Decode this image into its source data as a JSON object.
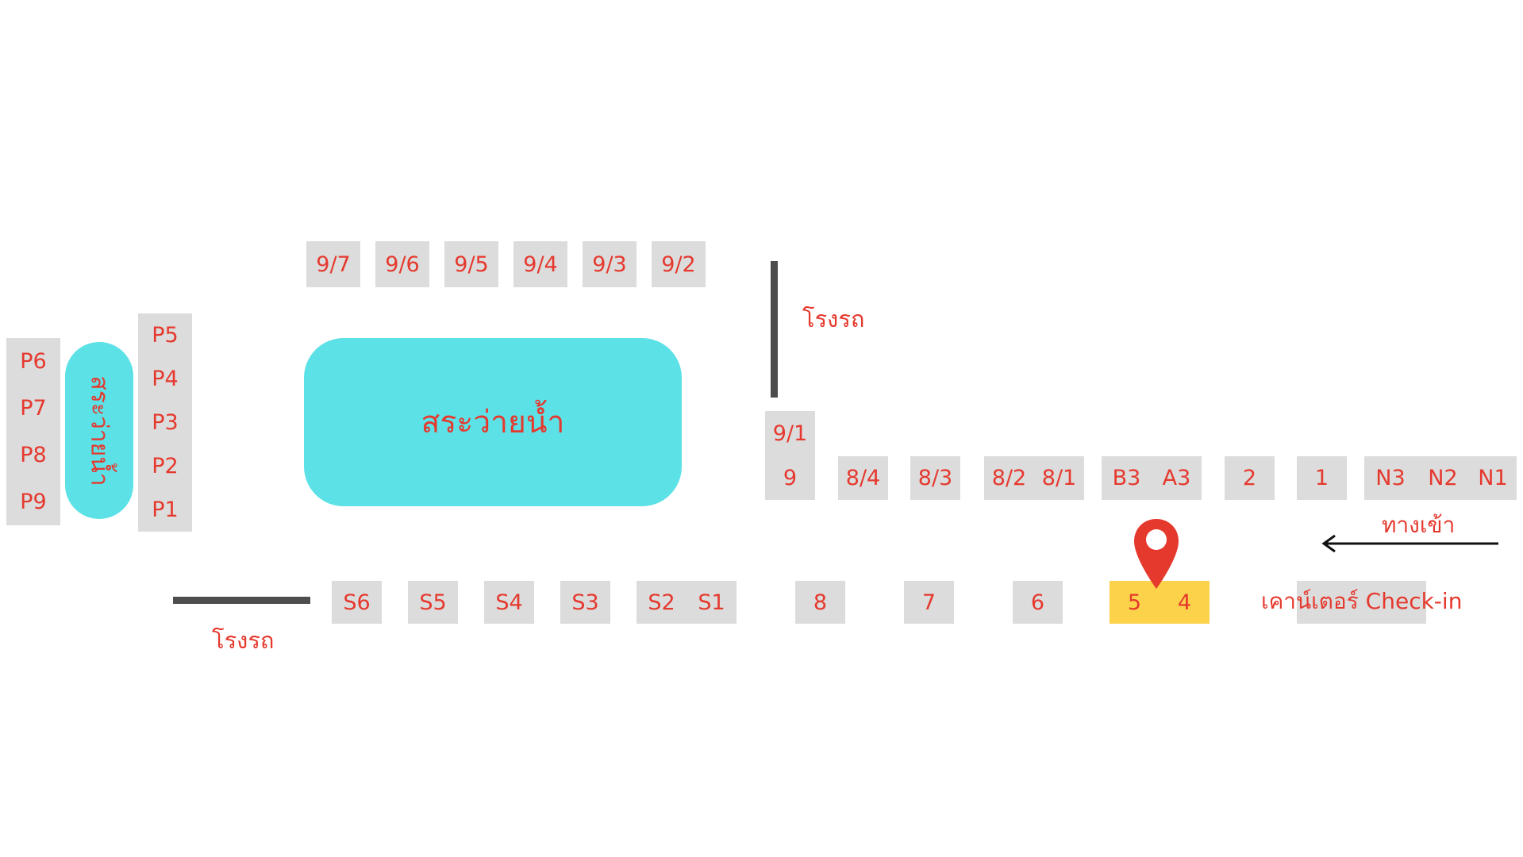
{
  "pools": {
    "main": "สระว่ายน้ำ",
    "small": "สระว่ายน้ำ"
  },
  "labels": {
    "garage_top": "โรงรถ",
    "garage_bottom": "โรงรถ",
    "entrance": "ทางเข้า",
    "checkin": "เคาน์เตอร์ Check-in"
  },
  "icons": {
    "entrance_arrow": "arrow-left-icon",
    "location_pin": "map-pin-icon"
  },
  "colors": {
    "stall": "#dcdcdc",
    "stall_text": "#e5392e",
    "highlight": "#fcd24a",
    "pool": "#5ce1e6",
    "pin": "#e5392e",
    "wall": "#4d4d4d"
  },
  "stalls": {
    "top_row": [
      "9/7",
      "9/6",
      "9/5",
      "9/4",
      "9/3",
      "9/2"
    ],
    "p_left": [
      "P6",
      "P7",
      "P8",
      "P9"
    ],
    "p_right": [
      "P5",
      "P4",
      "P3",
      "P2",
      "P1"
    ],
    "middle_row": [
      "9/1",
      "9",
      "8/4",
      "8/3",
      "8/2",
      "8/1",
      "B3",
      "A3",
      "2",
      "1",
      "N3",
      "N2",
      "N1"
    ],
    "bottom_row": [
      "S6",
      "S5",
      "S4",
      "S3",
      "S2",
      "S1",
      "8",
      "7",
      "6",
      "5",
      "4"
    ]
  },
  "highlighted_stalls": [
    "5",
    "4"
  ]
}
